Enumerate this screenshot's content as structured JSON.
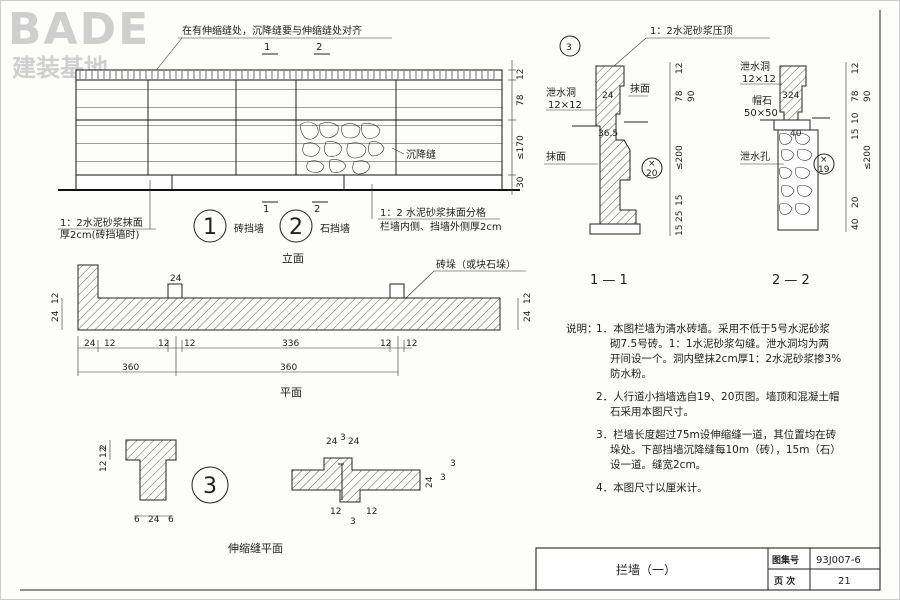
{
  "logo": {
    "main": "BADE",
    "sub": "建装基地"
  },
  "elevation": {
    "top_note": "在有伸缩缝处，沉降缝要与伸缩缝处对齐",
    "section_mark_1": "1",
    "section_mark_2": "2",
    "label_settle": "沉降缝",
    "callout_left": "1：2水泥砂浆抹面\n厚2cm(砖挡墙时)",
    "callout_right": "1：2 水泥砂浆抹面分格\n栏墙内侧、挡墙外侧厚2cm",
    "type1_num": "1",
    "type1_label": "砖挡墙",
    "type2_num": "2",
    "type2_label": "石挡墙",
    "title": "立面",
    "dims_right": [
      "12",
      "78",
      "≤170",
      "30"
    ]
  },
  "plan": {
    "label_brick": "砖垛（或块石垛）",
    "title": "平面",
    "dims_bottom_row1": [
      "24",
      "12",
      "12",
      "12",
      "336",
      "12",
      "12"
    ],
    "dims_bottom_row2": [
      "360",
      "360"
    ],
    "dims_left": [
      "24",
      "12"
    ],
    "dims_right": [
      "24",
      "12"
    ],
    "pier_dim": "24"
  },
  "joint": {
    "num": "3",
    "title": "伸缩缝平面",
    "dims_left": [
      "2",
      "12",
      "12",
      "6",
      "24",
      "6"
    ],
    "dims_right": [
      "24",
      "3",
      "24",
      "3",
      "12",
      "3",
      "12",
      "3",
      "24"
    ]
  },
  "section11": {
    "top_label": "1：2水泥砂浆压顶",
    "ref_num": "3",
    "label_drain": "泄水洞\n12×12",
    "label_plaster_top": "抹面",
    "label_plaster_side": "抹面",
    "dim_36": "36.5",
    "dim_24": "24",
    "circle_top": "×",
    "circle_bottom": "20",
    "title": "1 — 1",
    "dims_right": [
      "12",
      "78",
      "90",
      "≤200",
      "15",
      "25",
      "15"
    ]
  },
  "section22": {
    "label_drain": "泄水洞\n12×12",
    "label_cap": "帽石\n50×50",
    "label_drain_hole": "泄水孔",
    "dim_3": "3",
    "dim_24": "24",
    "dim_40": "40",
    "circle_top": "×",
    "circle_bottom": "19",
    "title": "2 — 2",
    "dims_right": [
      "12",
      "78",
      "90",
      "10",
      "15",
      "≤200",
      "20",
      "40"
    ]
  },
  "notes": {
    "heading": "说明：",
    "items": [
      "1. 本图栏墙为清水砖墙。采用不低于5号水泥砂浆砌7.5号砖。1：1水泥砂浆勾缝。泄水洞均为两开间设一个。洞内壁抹2cm厚1：2水泥砂浆掺3%防水粉。",
      "2. 人行道小挡墙选自19、20页图。墙顶和混凝土帽石采用本图尺寸。",
      "3. 栏墙长度超过75m设伸缩缝一道，其位置均在砖垛处。下部挡墙沉降缝每10m（砖），15m（石）设一道。缝宽2cm。",
      "4. 本图尺寸以厘米计。"
    ]
  },
  "titleblock": {
    "title": "拦墙（一）",
    "atlas_label": "图集号",
    "atlas_value": "93J007-6",
    "page_label": "页  次",
    "page_value": "21"
  }
}
